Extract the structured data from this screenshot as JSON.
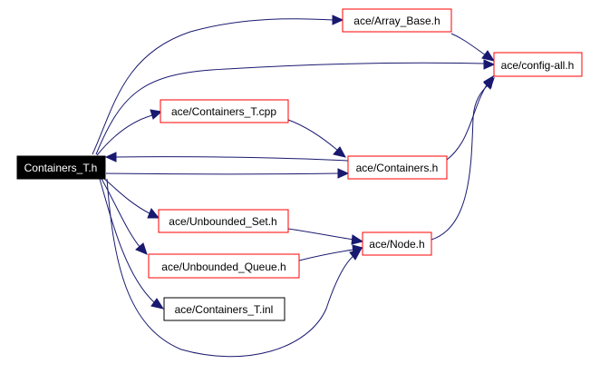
{
  "graph": {
    "nodes": {
      "root": {
        "label": "Containers_T.h",
        "fill": "#000000",
        "text_color": "#ffffff",
        "border_color": "#000000"
      },
      "array_base": {
        "label": "ace/Array_Base.h",
        "fill": "#ffffff",
        "text_color": "#000000",
        "border_color": "#ff0000"
      },
      "config_all": {
        "label": "ace/config-all.h",
        "fill": "#ffffff",
        "text_color": "#000000",
        "border_color": "#ff0000"
      },
      "containers_t_cpp": {
        "label": "ace/Containers_T.cpp",
        "fill": "#ffffff",
        "text_color": "#000000",
        "border_color": "#ff0000"
      },
      "containers_h": {
        "label": "ace/Containers.h",
        "fill": "#ffffff",
        "text_color": "#000000",
        "border_color": "#ff0000"
      },
      "unbounded_set": {
        "label": "ace/Unbounded_Set.h",
        "fill": "#ffffff",
        "text_color": "#000000",
        "border_color": "#ff0000"
      },
      "node_h": {
        "label": "ace/Node.h",
        "fill": "#ffffff",
        "text_color": "#000000",
        "border_color": "#ff0000"
      },
      "unbounded_queue": {
        "label": "ace/Unbounded_Queue.h",
        "fill": "#ffffff",
        "text_color": "#000000",
        "border_color": "#ff0000"
      },
      "containers_t_inl": {
        "label": "ace/Containers_T.inl",
        "fill": "#ffffff",
        "text_color": "#000000",
        "border_color": "#000000"
      }
    },
    "edge_color": "#191970"
  }
}
